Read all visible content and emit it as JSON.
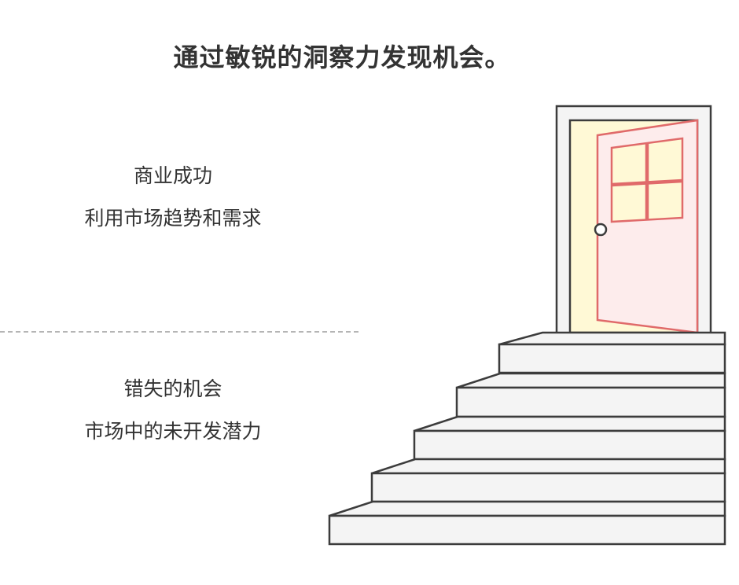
{
  "title": "通过敏锐的洞察力发现机会。",
  "upper_section": {
    "heading": "商业成功",
    "subheading": "利用市场趋势和需求"
  },
  "lower_section": {
    "heading": "错失的机会",
    "subheading": "市场中的未开发潜力"
  },
  "colors": {
    "stroke": "#3c3c3c",
    "step_fill": "#f4f4f4",
    "door_frame_fill": "#f4f4f4",
    "door_opening_fill": "#fff9d6",
    "door_fill": "#fdecec",
    "door_stroke": "#e06a6a",
    "window_fill": "#fff9d6",
    "divider": "#b5b5b5",
    "text": "#333333"
  }
}
